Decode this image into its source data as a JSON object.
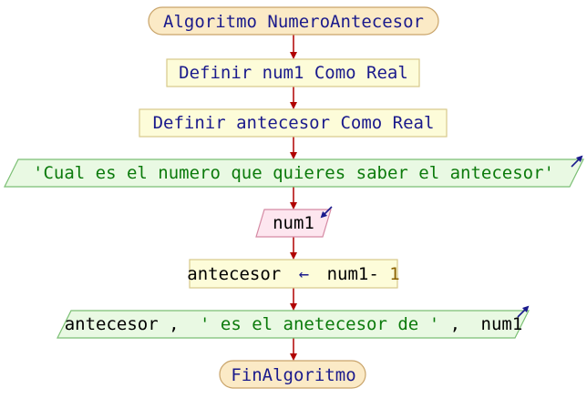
{
  "flowchart": {
    "start_label": "Algoritmo NumeroAntecesor",
    "define_num1": "Definir num1 Como Real",
    "define_antecesor": "Definir antecesor Como Real",
    "output_prompt": "'Cual es el numero que quieres saber el antecesor'",
    "input_var": "num1",
    "assign_target": "antecesor",
    "assign_arrow": "←",
    "assign_expr": "num1-",
    "assign_number": "1",
    "output2_var1": "antecesor",
    "output2_comma1": ",",
    "output2_string": "' es el anetecesor de '",
    "output2_comma2": ",",
    "output2_var2": "num1",
    "end_label": "FinAlgoritmo"
  },
  "colors": {
    "terminal_fill": "#fbeac6",
    "terminal_stroke": "#c9a46a",
    "process_fill": "#fdfcd9",
    "process_stroke": "#d7c98a",
    "output_fill": "#e9f9e3",
    "output_stroke": "#7bbf74",
    "input_fill": "#fde6ef",
    "input_stroke": "#d58aa4",
    "arrow": "#b00000",
    "keyword": "#1a1a8c",
    "identifier": "#000000",
    "string": "#0b7a0b",
    "number": "#8a6000",
    "io_marker": "#1a1a8c"
  }
}
